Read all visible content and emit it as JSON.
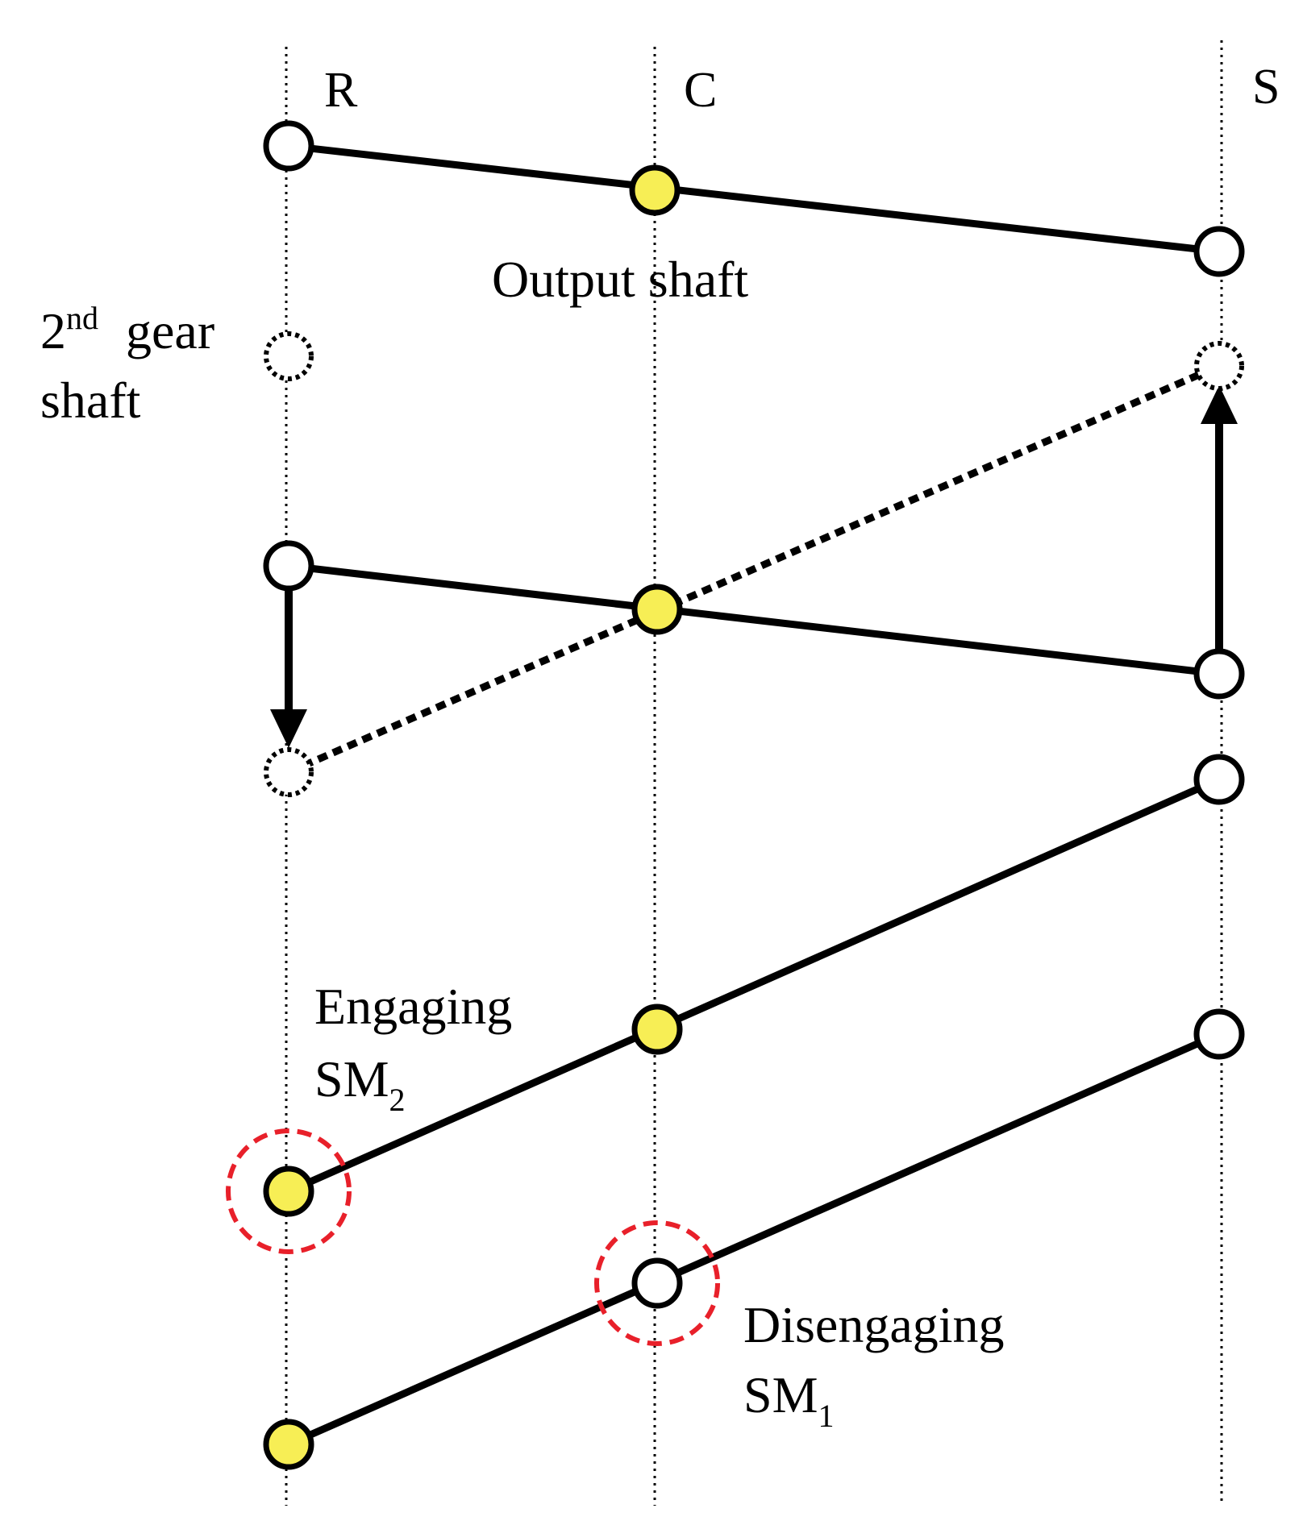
{
  "axes": {
    "r_label": "R",
    "c_label": "C",
    "s_label": "S"
  },
  "labels": {
    "output_shaft": "Output shaft",
    "second_gear": {
      "number": "2",
      "superscript": "nd",
      "word": "gear",
      "line2": "shaft"
    },
    "engaging": {
      "line1": "Engaging",
      "line2_main": "SM",
      "line2_sub": "2"
    },
    "disengaging": {
      "line1": "Disengaging",
      "line2_main": "SM",
      "line2_sub": "1"
    }
  },
  "colors": {
    "node_fill_yellow": "#f7ee55",
    "node_fill_white": "#ffffff",
    "highlight_ring": "#e8202a",
    "stroke": "#000000"
  }
}
